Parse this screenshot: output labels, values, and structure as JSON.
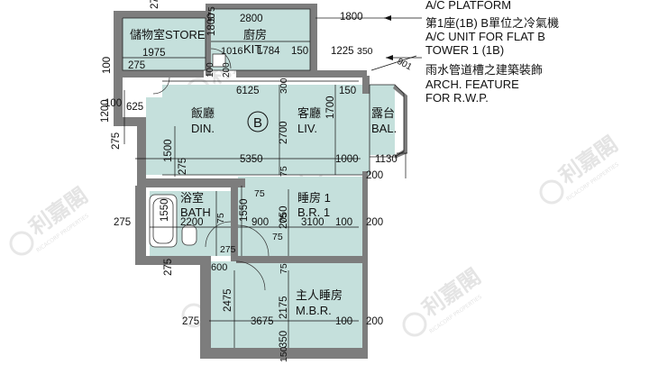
{
  "rooms": {
    "store": "儲物室STORE",
    "kitchen_zh": "廚房",
    "kitchen_en": "KIT.",
    "dining_zh": "飯廳",
    "dining_en": "DIN.",
    "living_zh": "客廳",
    "living_en": "LIV.",
    "balcony_zh": "露台",
    "balcony_en": "BAL.",
    "bath_zh": "浴室",
    "bath_en": "BATH",
    "br1_zh": "睡房 1",
    "br1_en": "B.R. 1",
    "mbr_zh": "主人睡房",
    "mbr_en": "M.B.R."
  },
  "flat_label": "B",
  "annotations": {
    "ac_platform": "A/C PLATFORM",
    "ac_unit_zh": "第1座(1B) B單位之冷氣機",
    "ac_unit_en_1": "A/C UNIT FOR FLAT B",
    "ac_unit_en_2": "TOWER 1 (1B)",
    "rwp_zh": "雨水管道槽之建築裝飾",
    "rwp_en_1": "ARCH. FEATURE",
    "rwp_en_2": "FOR R.W.P."
  },
  "dimensions": {
    "d275_top": "275",
    "d1975": "1975",
    "d1800_store": "1800",
    "d575": "575",
    "d2800": "2800",
    "d1800_ac": "1800",
    "d1016": "1016",
    "d1784": "1784",
    "d150_kit": "150",
    "d1225": "1225",
    "d350": "350",
    "d901": "901",
    "d100_left": "100",
    "d275_store": "275",
    "d200_kit": "200",
    "d100_kit": "100",
    "d6125": "6125",
    "d300": "300",
    "d150_liv": "150",
    "d1200": "1200",
    "d100_din": "100",
    "d625": "625",
    "d1700": "1700",
    "d2700": "2700",
    "d275_din": "275",
    "d1500": "1500",
    "d275_din2": "275",
    "d5350": "5350",
    "d1000_bal": "1000",
    "d1130": "1130",
    "d75_liv": "75",
    "d200_bal": "200",
    "d75_br": "75",
    "d1550_a": "1550",
    "d1550_b": "1550",
    "d2050": "2050",
    "d275_bath": "275",
    "d2200": "2200",
    "d75_bath": "75",
    "d900": "900",
    "d75_br2": "75",
    "d3100": "3100",
    "d100_br": "100",
    "d200_br": "200",
    "d275_mid": "275",
    "d75_mid": "75",
    "d600": "600",
    "d275_mid2": "275",
    "d75_mbr": "75",
    "d2475": "2475",
    "d2175": "2175",
    "d275_mbr": "275",
    "d3675": "3675",
    "d100_mbr": "100",
    "d200_mbr": "200",
    "d350_bot": "350",
    "d150_bot": "150"
  },
  "watermark": {
    "zh": "利嘉閣",
    "en": "RICACORP PROPERTIES"
  },
  "colors": {
    "floor": "#c5e0dc",
    "wall": "#7d7d7d",
    "dimension": "#111111"
  }
}
